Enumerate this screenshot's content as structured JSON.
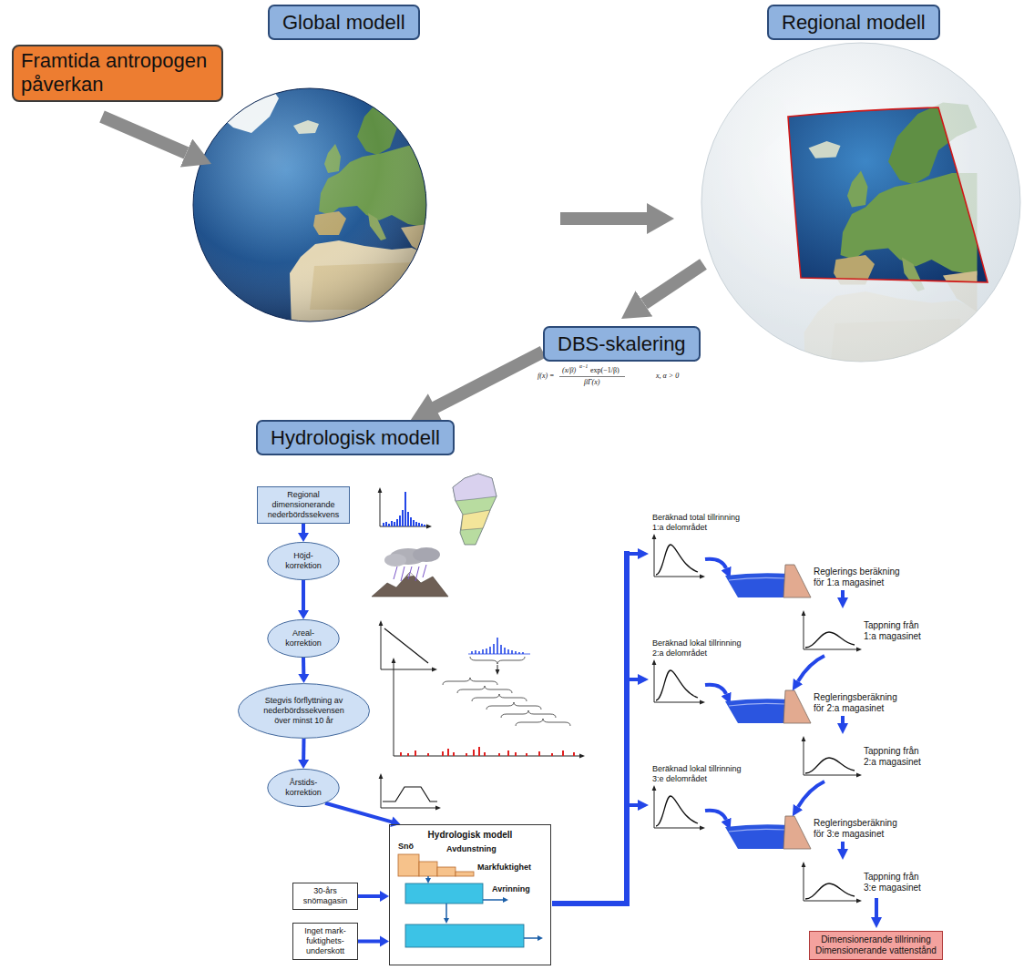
{
  "diagram": {
    "nodes": [
      {
        "text": [
          "Framtida antropogen påverkan"
        ]
      },
      {
        "text": [
          "Global modell"
        ]
      },
      {
        "text": [
          "Regional modell"
        ]
      },
      {
        "text": [
          "DBS-skalering"
        ]
      },
      {
        "text": [
          "Hydrologisk modell"
        ]
      },
      {
        "text": [
          "Regional dimensionerande nederbördssekvens"
        ]
      },
      {
        "text": [
          "Höjd- korrektion"
        ]
      },
      {
        "text": [
          "Areal- korrektion"
        ]
      },
      {
        "text": [
          "Stegvis förflyttning av nederbördssekvensen över minst 10 år"
        ]
      },
      {
        "text": [
          "Årstids- korrektion"
        ]
      },
      {
        "text": [
          "Hydrologisk modell"
        ]
      },
      {
        "text": [
          "30-års snömagasin"
        ]
      },
      {
        "text": [
          "Inget mark- fuktighets- underskott"
        ]
      },
      {
        "text": [
          "Dimensionerande tillrinning",
          "Dimensionerande vattenstånd"
        ]
      }
    ],
    "edges": [
      {
        "from": 3,
        "to": 4,
        "arrow": "to"
      },
      {
        "from": 5,
        "to": 6,
        "arrow": "to"
      },
      {
        "from": 6,
        "to": 7,
        "arrow": "to"
      },
      {
        "from": 7,
        "to": 8,
        "arrow": "to"
      },
      {
        "from": 8,
        "to": 9,
        "arrow": "to"
      },
      {
        "from": 9,
        "to": 10,
        "arrow": "to"
      },
      {
        "from": 11,
        "to": 10,
        "arrow": "to"
      },
      {
        "from": 12,
        "to": 10,
        "arrow": "to"
      }
    ],
    "labels": [
      "f(x) =",
      "(x/β)",
      "α−1",
      "exp(−1/β)",
      "βΓ(x)",
      "x, α > 0",
      "Snö",
      "Avdunstning",
      "Markfuktighet",
      "Avrinning",
      "Beräknad total tillrinning 1:a delområdet",
      "Reglerings beräkning för 1:a magasinet",
      "Tappning från 1:a magasinet",
      "Beräknad lokal tillrinning 2:a delområdet",
      "Regleringsberäkning för 2:a magasinet",
      "Tappning från 2:a magasinet",
      "Beräknad lokal tillrinning 3:e delområdet",
      "Regleringsberäkning för 3:e magasinet",
      "Tappning från 3:e magasinet"
    ]
  }
}
